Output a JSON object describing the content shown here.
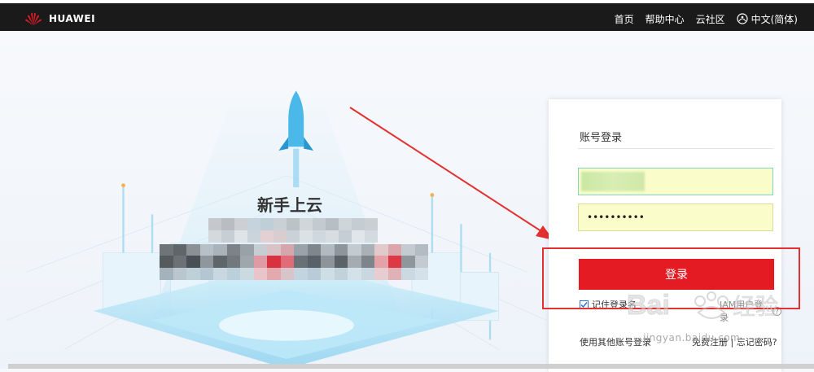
{
  "header": {
    "brand": "HUAWEI",
    "nav": [
      "首页",
      "帮助中心",
      "云社区"
    ],
    "language": "中文(简体)"
  },
  "hero": {
    "title": "新手上云"
  },
  "login": {
    "title": "账号登录",
    "username_value": "",
    "password_value": "••••••••••",
    "button": "登录",
    "remember": "记住登录名",
    "iam": "IAM用户登录",
    "other_login": "使用其他账号登录",
    "forgot": "免费注册 | 忘记密码?"
  },
  "watermark": {
    "text": "jingyan.baidu.com"
  },
  "colors": {
    "topbar": "#1a1a1a",
    "primary_button": "#e51b24",
    "highlight": "#e33030",
    "autofill": "#fafdc9"
  }
}
